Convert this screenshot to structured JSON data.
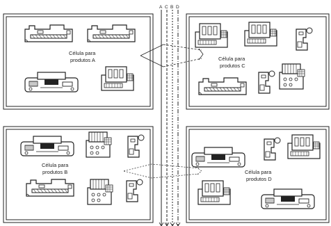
{
  "lanes": [
    "A",
    "C",
    "B",
    "D"
  ],
  "cells": {
    "a": {
      "line1": "Célula para",
      "line2": "produtos A"
    },
    "b": {
      "line1": "Célula para",
      "line2": "produtos B"
    },
    "c": {
      "line1": "Célula para",
      "line2": "produtos C"
    },
    "d": {
      "line1": "Célula para",
      "line2": "produtos D"
    }
  },
  "colors": {
    "stroke": "#222222",
    "background": "#ffffff"
  }
}
